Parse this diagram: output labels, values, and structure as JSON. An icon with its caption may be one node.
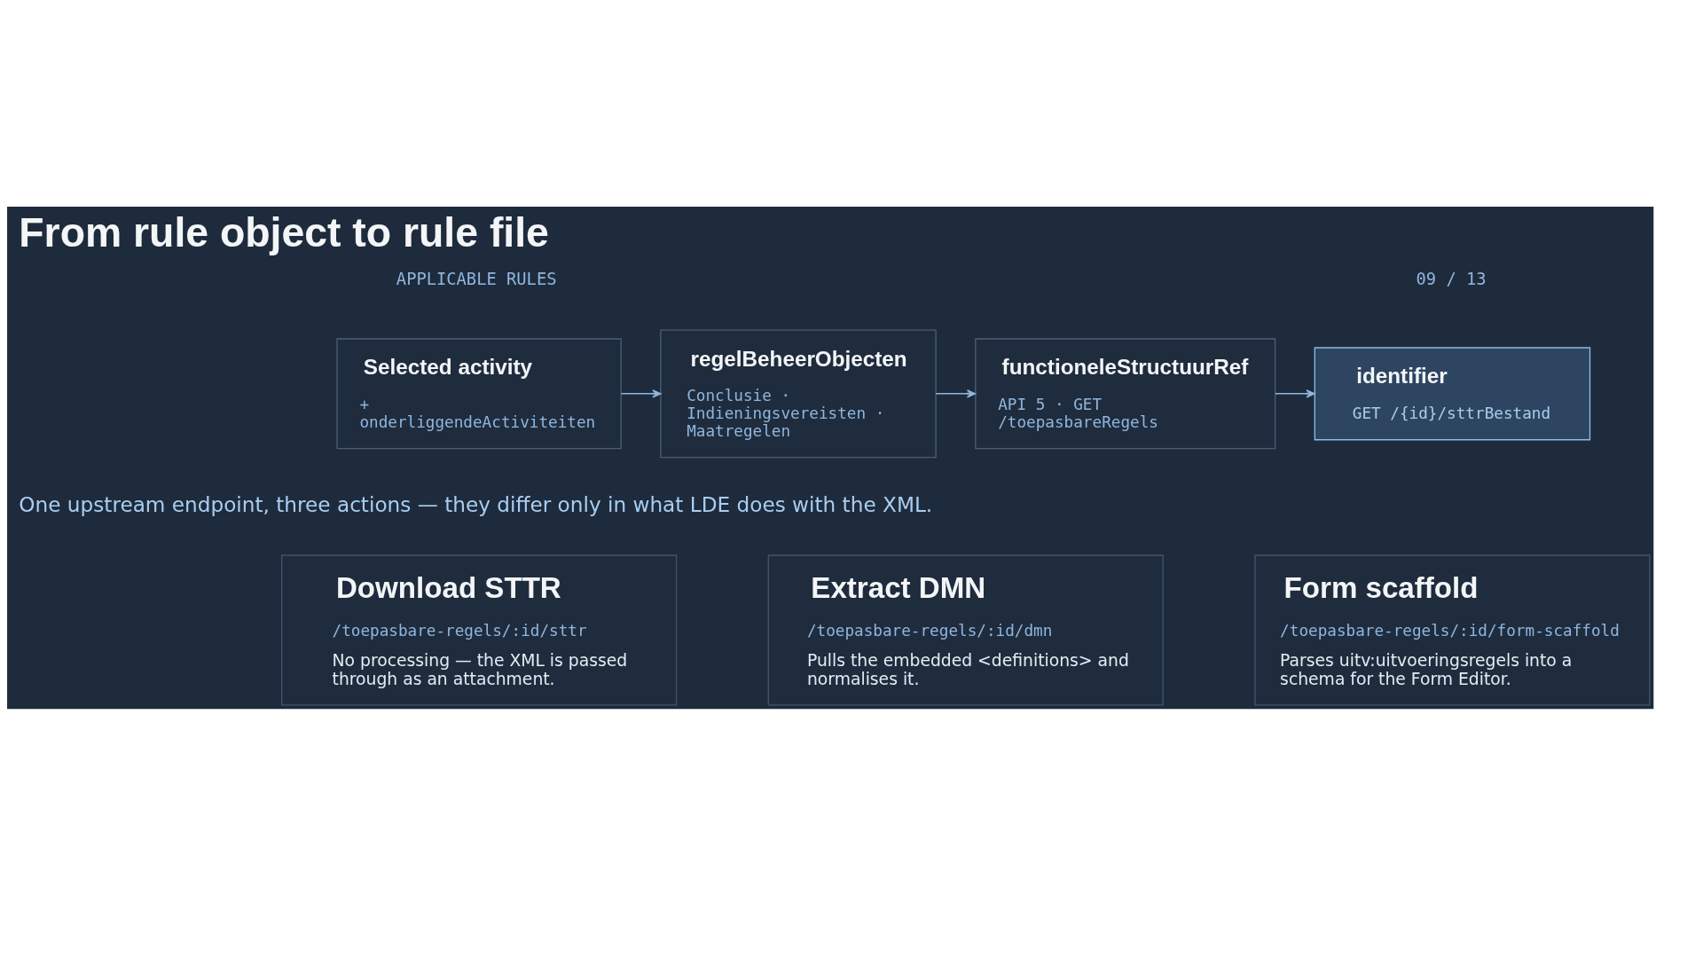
{
  "diagram": {
    "title": "From rule object to rule file",
    "nodes": [
      {
        "text": [
          "Selected activity",
          "+ onderliggendeActiviteiten"
        ]
      },
      {
        "text": [
          "regelBeheerObjecten",
          "Conclusie · Indieningsvereisten · Maatregelen"
        ]
      },
      {
        "text": [
          "functioneleStructuurRef",
          "API 5 · GET /toepasbareRegels"
        ]
      },
      {
        "text": [
          "identifier",
          "GET /{id}/sttrBestand"
        ]
      },
      {
        "text": [
          "Download STTR",
          "/toepasbare-regels/:id/sttr",
          "No processing — the XML is passed through as an attachment."
        ]
      },
      {
        "text": [
          "Extract DMN",
          "/toepasbare-regels/:id/dmn",
          "Pulls the embedded <definitions> and normalises it."
        ]
      },
      {
        "text": [
          "Form scaffold",
          "/toepasbare-regels/:id/form-scaffold",
          "Parses uitv:uitvoeringsregels into a schema for the Form Editor."
        ]
      }
    ],
    "edges": [
      {
        "from": 0,
        "to": 1,
        "arrow": "to"
      },
      {
        "from": 1,
        "to": 2,
        "arrow": "to"
      },
      {
        "from": 2,
        "to": 3,
        "arrow": "to"
      }
    ],
    "labels": [
      "APPLICABLE RULES",
      "09 / 13",
      "One upstream endpoint, three actions — they differ only in what LDE does with the XML."
    ]
  }
}
